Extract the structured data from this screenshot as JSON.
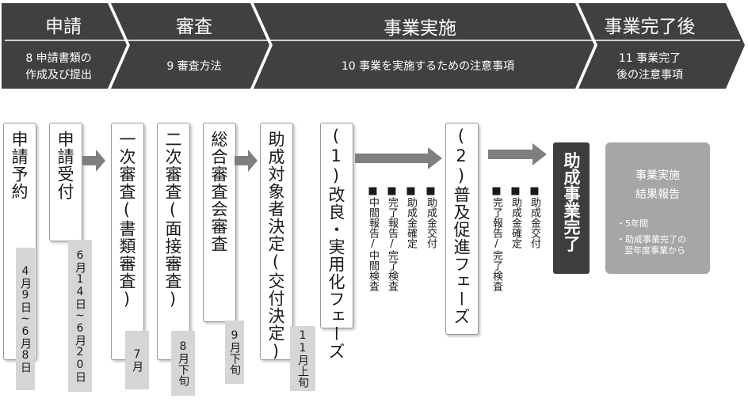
{
  "header": {
    "phases": [
      {
        "title": "申請",
        "sub": "8 申請書類の\n作成及び提出"
      },
      {
        "title": "審査",
        "sub": "9 審査方法"
      },
      {
        "title": "事業実施",
        "sub": "10 事業を実施するための注意事項"
      },
      {
        "title": "事業完了後",
        "sub": "11 事業完了\n後の注意事項"
      }
    ],
    "colors": {
      "phase_bg": "#404040",
      "text": "#ffffff"
    }
  },
  "flow": {
    "steps": [
      {
        "label": "申請予約",
        "date": "4月9日~6月8日"
      },
      {
        "label": "申請受付",
        "date": "6月14日~6月20日"
      },
      {
        "label": "一次審査(書類審査)",
        "date": "7月"
      },
      {
        "label": "二次審査(面接審査)",
        "date": "8月下旬"
      },
      {
        "label": "総合審査会審査",
        "date": "9月下旬"
      },
      {
        "label": "助成対象者決定(交付決定)",
        "date": "11月上旬"
      },
      {
        "label": "(1)改良・実用化フェーズ"
      },
      {
        "label": "(2)普及促進フェーズ"
      }
    ],
    "phase1_tasks": [
      "■中間報告/中間検査",
      "■完了報告/完了検査",
      "■助成金確定",
      "■助成金交付"
    ],
    "phase2_tasks": [
      "■完了報告/完了検査",
      "■助成金確定",
      "■助成金交付"
    ],
    "complete_label": "助成事業完了",
    "report": {
      "title_line1": "事業実施",
      "title_line2": "結果報告",
      "bullet1": "・5年間",
      "bullet2_line1": "・助成事業完了の",
      "bullet2_line2": "翌年度事業から"
    },
    "colors": {
      "arrow": "#7f7f7f",
      "date_bg": "#d6d6d6",
      "complete_bg": "#3d3d3d",
      "report_bg": "#a6a6a6"
    }
  }
}
